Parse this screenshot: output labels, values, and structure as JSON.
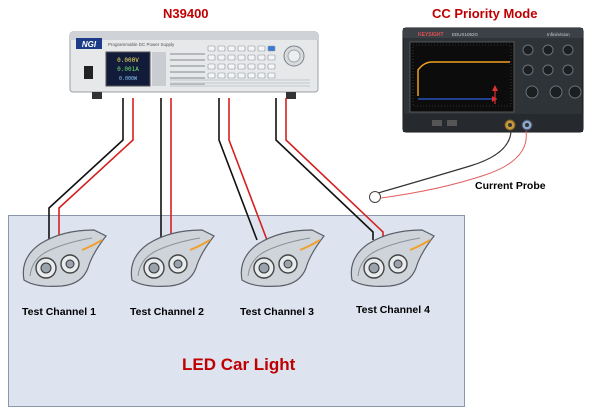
{
  "diagram": {
    "instrument_label": "N39400",
    "scope_label": "CC Priority Mode",
    "probe_label": "Current Probe",
    "device_label": "LED Car Light",
    "channels": [
      {
        "label": "Test Channel 1"
      },
      {
        "label": "Test Channel 2"
      },
      {
        "label": "Test Channel 3"
      },
      {
        "label": "Test Channel 4"
      }
    ],
    "instrument": {
      "brand": "NGI",
      "model_text": "Programmable DC Power Supply",
      "readout_voltage": "0.000V",
      "readout_current": "0.001A",
      "readout_extra": "0.000W"
    },
    "scope": {
      "brand": "KEYSIGHT",
      "model": "EDUX1052G",
      "series": "InfiniiVision"
    },
    "colors": {
      "title_red": "#c00000",
      "wire_red": "#d62020",
      "wire_black": "#111111",
      "box_fill": "#dde4ef"
    }
  }
}
